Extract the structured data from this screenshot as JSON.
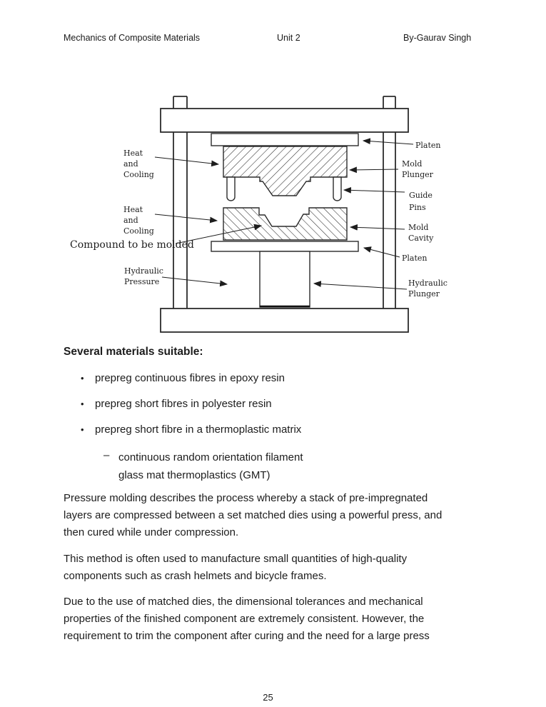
{
  "header": {
    "left": "Mechanics of Composite Materials",
    "center": "Unit 2",
    "right": "By-Gaurav Singh"
  },
  "diagram": {
    "labels": {
      "heat_cooling_top": [
        "Heat",
        "and",
        "Cooling"
      ],
      "heat_cooling_bottom": [
        "Heat",
        "and",
        "Cooling"
      ],
      "compound": "Compound to be molded",
      "hydraulic_pressure": [
        "Hydraulic",
        "Pressure"
      ],
      "platen_top": "Platen",
      "mold_plunger": [
        "Mold",
        "Plunger"
      ],
      "guide_pins": [
        "Guide",
        "Pins"
      ],
      "mold_cavity": [
        "Mold",
        "Cavity"
      ],
      "platen_bottom": "Platen",
      "hydraulic_plunger": [
        "Hydraulic",
        "Plunger"
      ]
    }
  },
  "content": {
    "heading": "Several materials suitable:",
    "bullet_glyph": "•",
    "sub_dash": "–",
    "bullets": [
      "prepreg continuous fibres in epoxy resin",
      "prepreg short fibres in polyester resin",
      "prepreg short fibre in a thermoplastic matrix"
    ],
    "sub_bullet_lines": [
      "continuous random orientation filament",
      "glass mat thermoplastics (GMT)"
    ],
    "paragraphs": [
      {
        "lines": [
          "Pressure molding describes the process whereby a stack of pre-impregnated",
          "layers are compressed between a set matched dies using a powerful press, and",
          "then cured while under compression."
        ]
      },
      {
        "lines": [
          "This method is often used to manufacture small quantities of high-quality",
          "components such as crash helmets and bicycle frames."
        ]
      },
      {
        "lines": [
          "Due to the use of matched dies, the dimensional tolerances and mechanical",
          "properties of the finished component are extremely consistent. However, the",
          "requirement to trim the component after curing and the need for a large press"
        ]
      }
    ]
  },
  "footer": {
    "page_number": "25"
  }
}
